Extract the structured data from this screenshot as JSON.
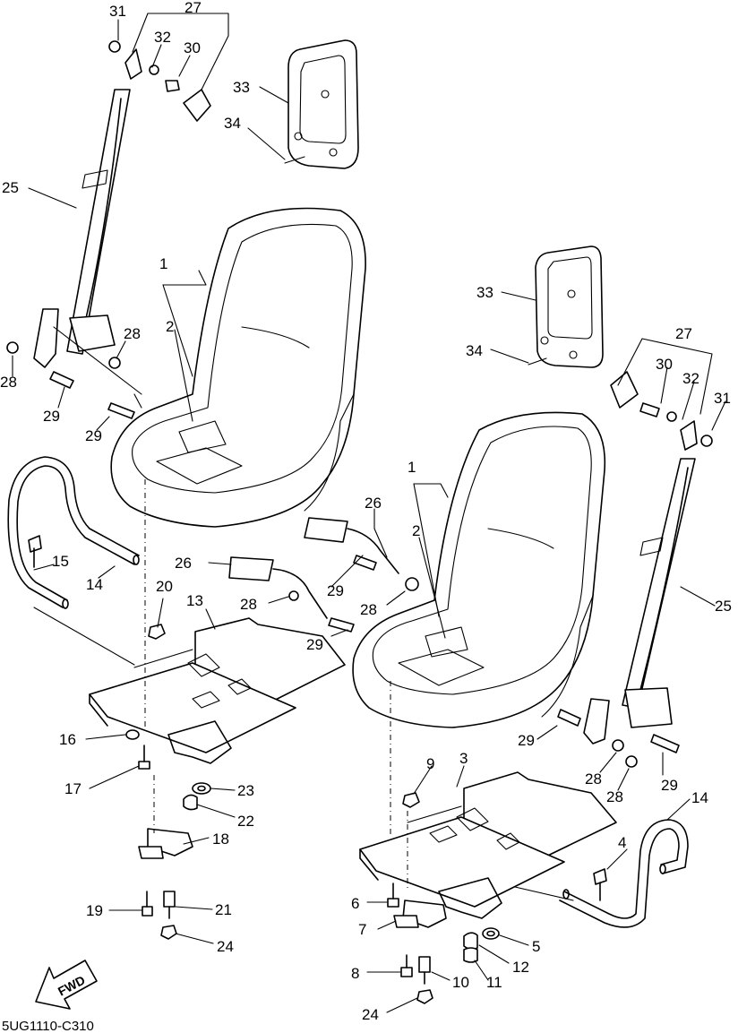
{
  "diagram_code": "5UG1110-C310",
  "direction_label": "FWD",
  "callouts": {
    "n1a": "1",
    "n2a": "2",
    "n1b": "1",
    "n2b": "2",
    "n3": "3",
    "n4": "4",
    "n5": "5",
    "n6": "6",
    "n7": "7",
    "n8": "8",
    "n9": "9",
    "n10": "10",
    "n11": "11",
    "n12": "12",
    "n13": "13",
    "n14a": "14",
    "n14b": "14",
    "n15": "15",
    "n16": "16",
    "n17": "17",
    "n18": "18",
    "n19": "19",
    "n20": "20",
    "n21": "21",
    "n22": "22",
    "n23": "23",
    "n24a": "24",
    "n24b": "24",
    "n25a": "25",
    "n25b": "25",
    "n26a": "26",
    "n26b": "26",
    "n27a": "27",
    "n27b": "27",
    "n28a": "28",
    "n28b": "28",
    "n28c": "28",
    "n28d": "28",
    "n28e": "28",
    "n29a": "29",
    "n29b": "29",
    "n29c": "29",
    "n29d": "29",
    "n29e": "29",
    "n29f": "29",
    "n30a": "30",
    "n30b": "30",
    "n31a": "31",
    "n31b": "31",
    "n32a": "32",
    "n32b": "32",
    "n33a": "33",
    "n33b": "33",
    "n34a": "34",
    "n34b": "34"
  }
}
